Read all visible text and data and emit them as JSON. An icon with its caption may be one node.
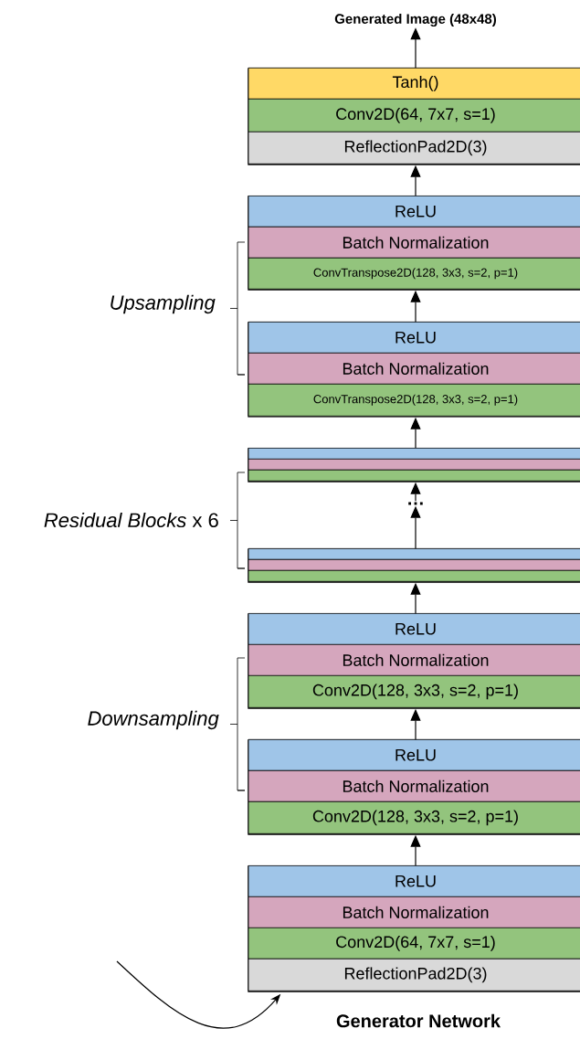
{
  "diagram": {
    "caption": "Generator Network",
    "nodes": [
      {
        "text": [
          "Generated Image (48x48)"
        ]
      },
      {
        "text": [],
        "shape": "box"
      },
      {
        "text": [
          "Tanh()"
        ],
        "in": 1
      },
      {
        "text": [
          "Conv2D(64, 7x7, s=1)"
        ],
        "in": 1
      },
      {
        "text": [
          "ReflectionPad2D(3)"
        ],
        "in": 1
      },
      {
        "text": [],
        "shape": "box"
      },
      {
        "text": [
          "ReLU"
        ],
        "in": 5
      },
      {
        "text": [
          "Batch Normalization"
        ],
        "in": 5
      },
      {
        "text": [
          "ConvTranspose2D(128, 3x3, s=2, p=1)"
        ],
        "in": 5
      },
      {
        "text": [],
        "shape": "box"
      },
      {
        "text": [
          "ReLU"
        ],
        "in": 9
      },
      {
        "text": [
          "Batch Normalization"
        ],
        "in": 9
      },
      {
        "text": [
          "ConvTranspose2D(128, 3x3, s=2, p=1)"
        ],
        "in": 9
      },
      {
        "text": [],
        "shape": "box"
      },
      {
        "text": [],
        "shape": "bar",
        "in": 13
      },
      {
        "text": [],
        "shape": "bar",
        "in": 13
      },
      {
        "text": [],
        "shape": "bar",
        "in": 13
      },
      {
        "text": [
          "…"
        ]
      },
      {
        "text": [],
        "shape": "box"
      },
      {
        "text": [],
        "shape": "bar",
        "in": 18
      },
      {
        "text": [],
        "shape": "bar",
        "in": 18
      },
      {
        "text": [],
        "shape": "bar",
        "in": 18
      },
      {
        "text": [],
        "shape": "box"
      },
      {
        "text": [
          "ReLU"
        ],
        "in": 22
      },
      {
        "text": [
          "Batch Normalization"
        ],
        "in": 22
      },
      {
        "text": [
          "Conv2D(128, 3x3, s=2, p=1)"
        ],
        "in": 22
      },
      {
        "text": [],
        "shape": "box"
      },
      {
        "text": [
          "ReLU"
        ],
        "in": 26
      },
      {
        "text": [
          "Batch Normalization"
        ],
        "in": 26
      },
      {
        "text": [
          "Conv2D(128, 3x3, s=2, p=1)"
        ],
        "in": 26
      },
      {
        "text": [],
        "shape": "box"
      },
      {
        "text": [
          "ReLU"
        ],
        "in": 30
      },
      {
        "text": [
          "Batch Normalization"
        ],
        "in": 30
      },
      {
        "text": [
          "Conv2D(64, 7x7, s=1)"
        ],
        "in": 30
      },
      {
        "text": [
          "ReflectionPad2D(3)"
        ],
        "in": 30
      }
    ],
    "edges": [
      {
        "from": null,
        "to": 30,
        "arrow": "to"
      },
      {
        "from": 30,
        "to": 26,
        "arrow": "to"
      },
      {
        "from": 26,
        "to": 22,
        "arrow": "to"
      },
      {
        "from": 22,
        "to": 18,
        "arrow": "to"
      },
      {
        "from": 18,
        "to": 17,
        "arrow": "to"
      },
      {
        "from": 17,
        "to": 13,
        "arrow": "to"
      },
      {
        "from": 13,
        "to": 9,
        "arrow": "to"
      },
      {
        "from": 9,
        "to": 5,
        "arrow": "to"
      },
      {
        "from": 5,
        "to": 1,
        "arrow": "to"
      },
      {
        "from": 1,
        "to": 0,
        "arrow": "to"
      }
    ],
    "labels": [
      "Upsampling",
      "*Residual Blocks* x 6",
      "Downsampling"
    ]
  }
}
